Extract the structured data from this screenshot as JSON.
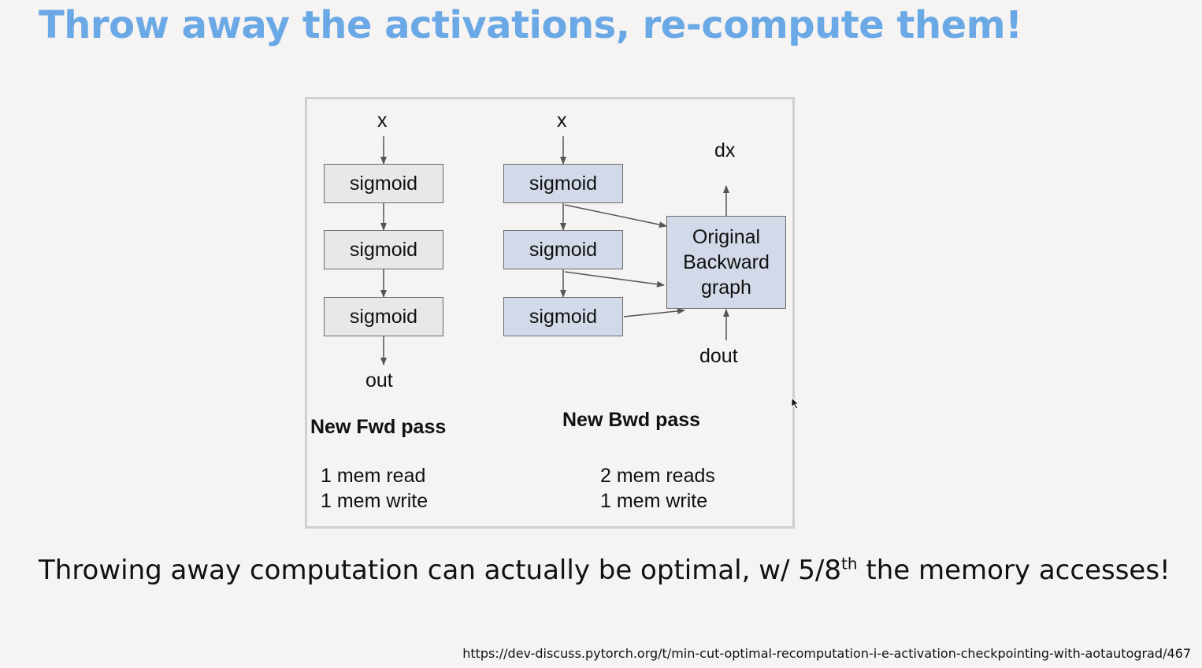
{
  "title": "Throw away the activations, re-compute them!",
  "fwd": {
    "input_label": "x",
    "nodes": [
      "sigmoid",
      "sigmoid",
      "sigmoid"
    ],
    "output_label": "out",
    "heading": "New Fwd pass",
    "stats": [
      "1 mem read",
      "1 mem write"
    ]
  },
  "bwd": {
    "input_label": "x",
    "nodes": [
      "sigmoid",
      "sigmoid",
      "sigmoid"
    ],
    "graph_lines": [
      "Original",
      "Backward",
      "graph"
    ],
    "grad_out_label": "dx",
    "grad_in_label": "dout",
    "heading": "New Bwd pass",
    "stats": [
      "2 mem reads",
      "1 mem write"
    ]
  },
  "caption": {
    "before": "Throwing away computation can actually be optimal, w/ 5/8",
    "sup": "th",
    "after": " the memory accesses!"
  },
  "source_url": "https://dev-discuss.pytorch.org/t/min-cut-optimal-recomputation-i-e-activation-checkpointing-with-aotautograd/467",
  "colors": {
    "title": "#6aa8e6",
    "fwd_node_fill": "#e8e8e8",
    "bwd_node_fill": "#d2d9e8",
    "arrow": "#555555"
  }
}
